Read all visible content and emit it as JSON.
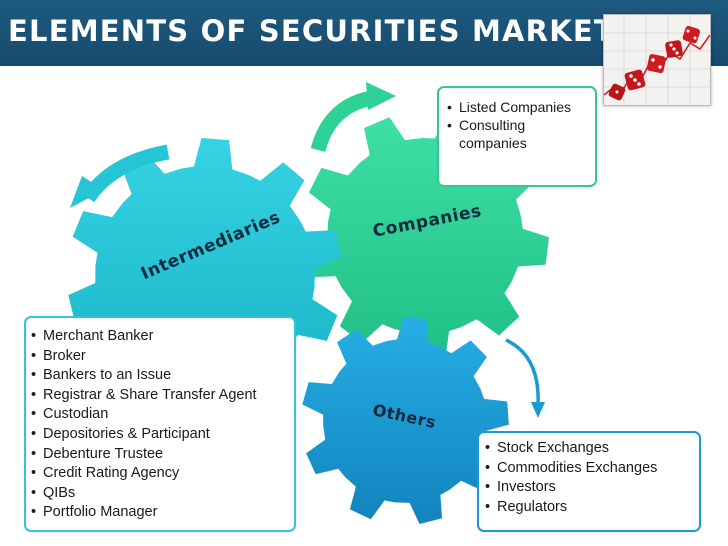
{
  "title": "ELEMENTS OF SECURITIES MARKET",
  "image": {
    "name": "dice-on-stock-chart-photo"
  },
  "colors": {
    "title_bar": "#1e5a80",
    "intermediaries_gear": "#22c1d3",
    "companies_gear": "#2ed196",
    "others_gear": "#1a9ad4"
  },
  "gears": [
    {
      "id": "intermediaries",
      "label": "Intermediaries"
    },
    {
      "id": "companies",
      "label": "Companies"
    },
    {
      "id": "others",
      "label": "Others"
    }
  ],
  "companies_box": {
    "items": [
      "Listed Companies",
      "Consulting companies"
    ]
  },
  "intermediaries_box": {
    "items": [
      "Merchant Banker",
      "Broker",
      "Bankers to an Issue",
      "Registrar & Share Transfer Agent",
      "Custodian",
      "Depositories & Participant",
      "Debenture Trustee",
      "Credit Rating Agency",
      "QIBs",
      "Portfolio Manager"
    ]
  },
  "others_box": {
    "items": [
      "Stock Exchanges",
      "Commodities Exchanges",
      "Investors",
      "Regulators"
    ]
  }
}
